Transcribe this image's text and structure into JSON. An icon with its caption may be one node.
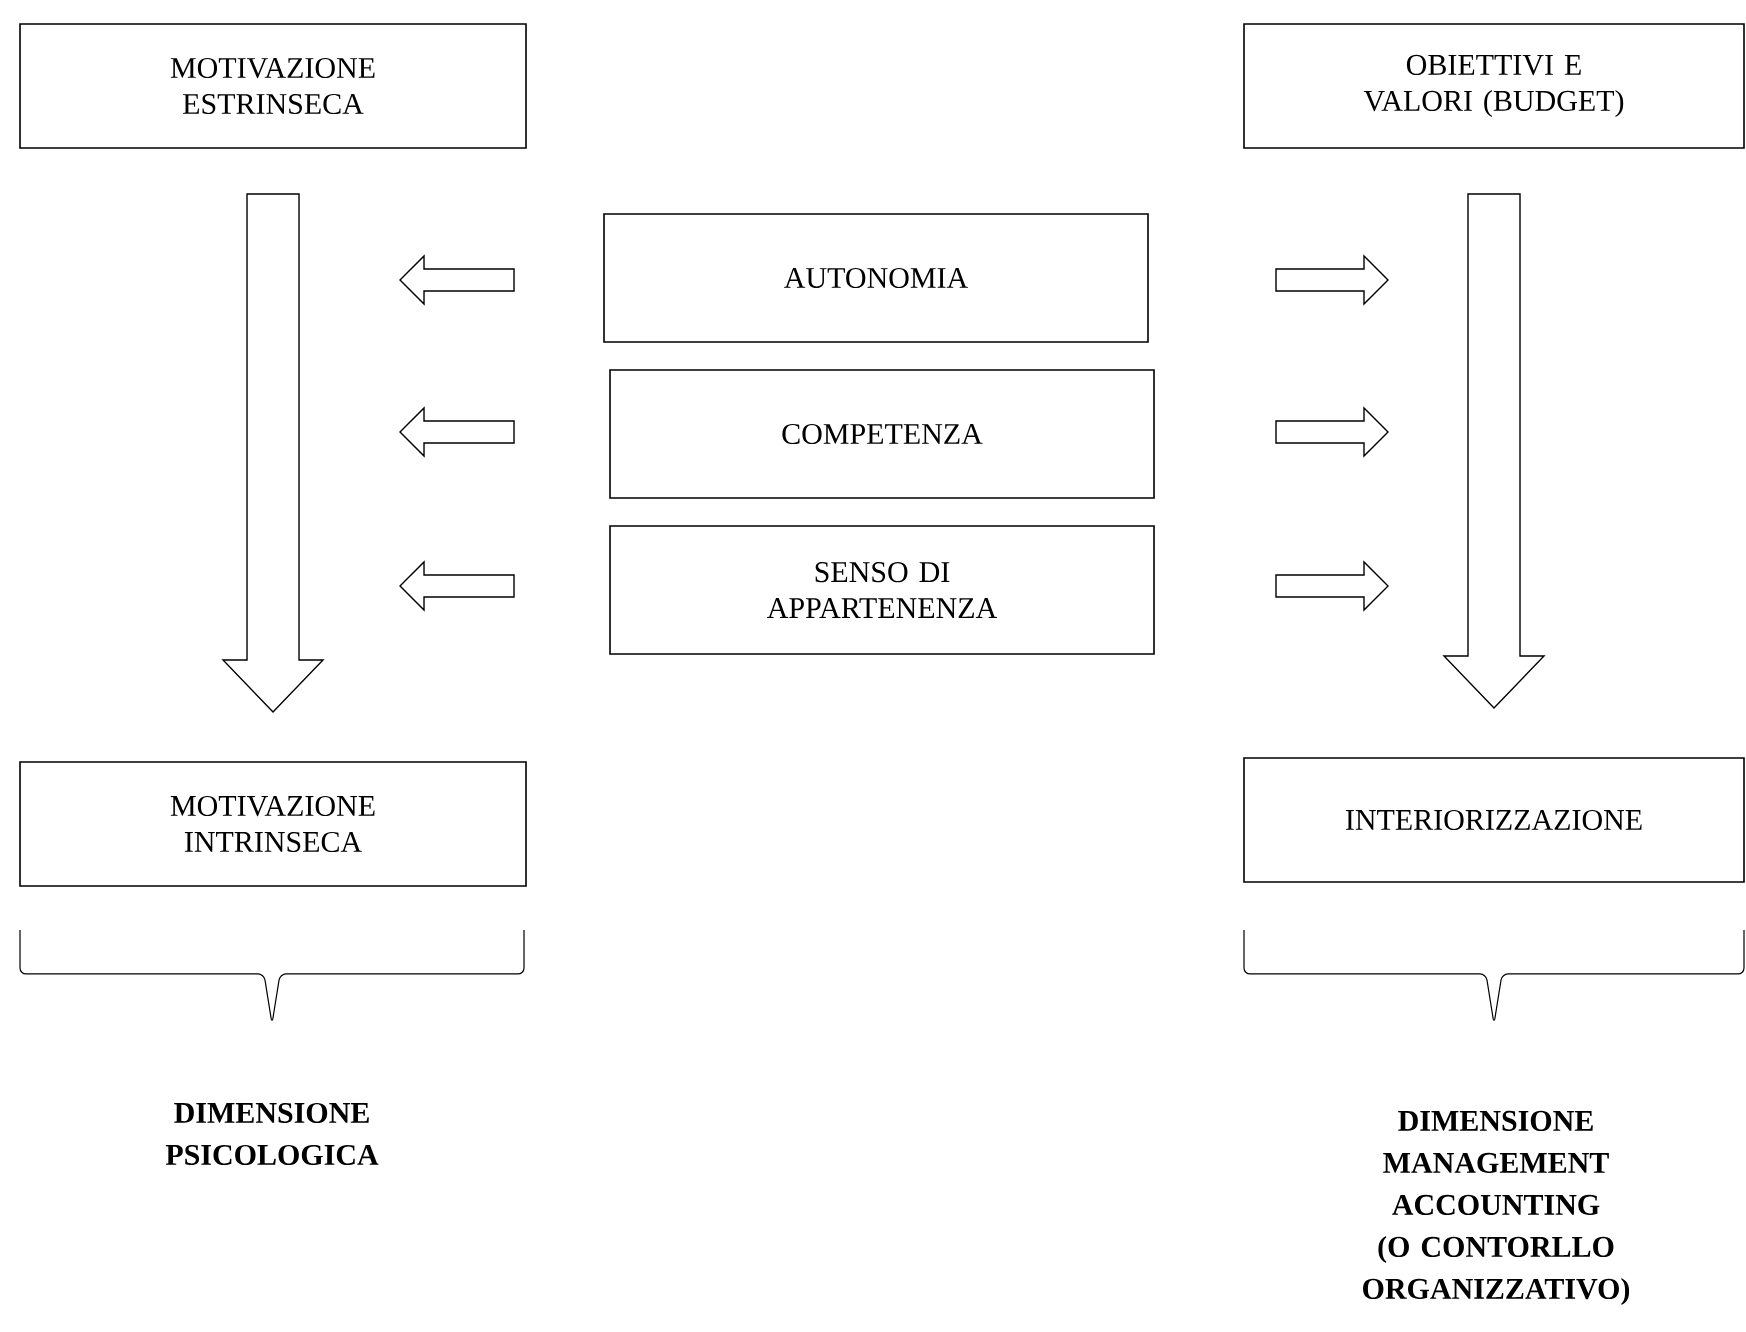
{
  "diagram": {
    "nodes": [
      {
        "text": [
          "MOTIVAZIONE ESTRINSECA"
        ]
      },
      {
        "text": [
          "OBIETTIVI E VALORI (BUDGET)"
        ]
      },
      {
        "text": [
          "AUTONOMIA"
        ]
      },
      {
        "text": [
          "COMPETENZA"
        ]
      },
      {
        "text": [
          "SENSO DI APPARTENENZA"
        ]
      },
      {
        "text": [
          "MOTIVAZIONE INTRINSECA"
        ]
      },
      {
        "text": [
          "INTERIORIZZAZIONE"
        ]
      }
    ],
    "edges": [
      {
        "from": 0,
        "to": 5,
        "arrow": "to"
      },
      {
        "from": 1,
        "to": 6,
        "arrow": "to"
      }
    ],
    "labels": [
      "DIMENSIONE PSICOLOGICA",
      "DIMENSIONE MANAGEMENT ACCOUNTING (O CONTORLLO ORGANIZZATIVO)"
    ]
  }
}
